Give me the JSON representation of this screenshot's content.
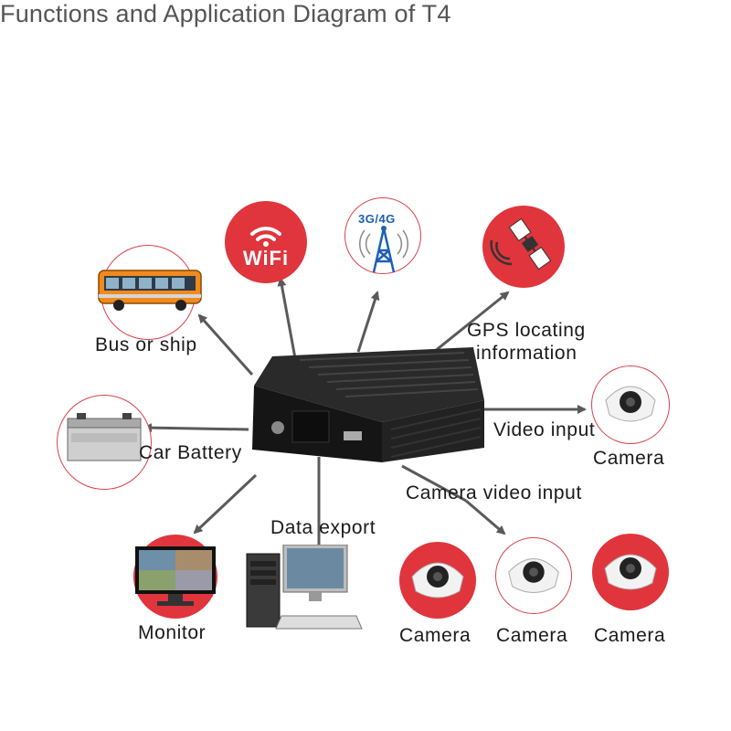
{
  "title": "Functions and Application Diagram of T4",
  "labels": {
    "bus": "Bus or ship",
    "battery": "Car Battery",
    "monitor": "Monitor",
    "data_export": "Data export",
    "gps_line1": "GPS locating",
    "gps_line2": "information",
    "video_input": "Video input",
    "camera_video_input": "Camera video input",
    "camera_right": "Camera",
    "camera_1": "Camera",
    "camera_2": "Camera",
    "camera_3": "Camera"
  },
  "icons": {
    "wifi_text": "WiFi",
    "cell_text": "3G/4G"
  },
  "colors": {
    "accent_red": "#e0353c",
    "device_black": "#1b1b1b",
    "arrow_gray": "#5a5a5a"
  }
}
